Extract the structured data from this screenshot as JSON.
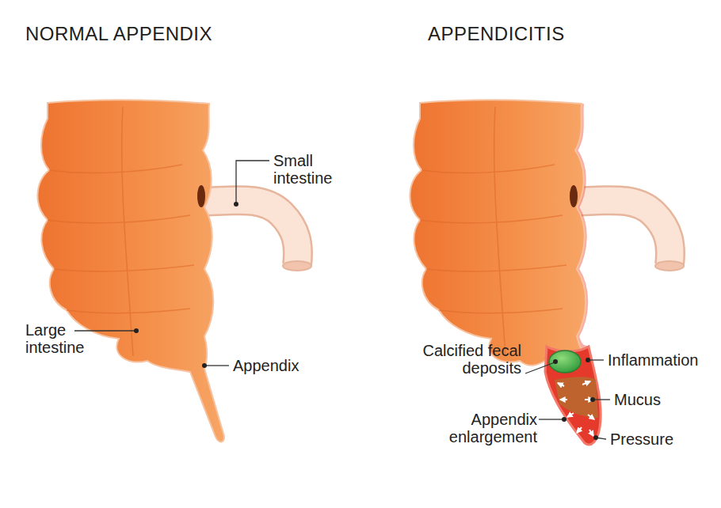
{
  "diagram": {
    "labels": [
      "NORMAL APPENDIX",
      "APPENDICITIS",
      "Small intestine",
      "Large intestine",
      "Appendix",
      "Calcified fecal deposits",
      "Inflammation",
      "Mucus",
      "Appendix enlargement",
      "Pressure"
    ]
  }
}
